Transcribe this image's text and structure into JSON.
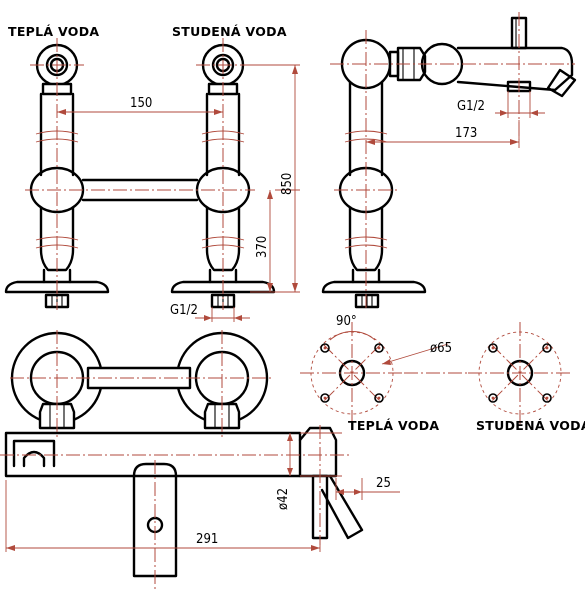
{
  "labels": {
    "hot_water": "TEPLÁ VODA",
    "cold_water": "STUDENÁ VODA"
  },
  "dimensions": {
    "spacing": "150",
    "height": "850",
    "lower_height": "370",
    "thread_front": "G1/2",
    "thread_side": "G1/2",
    "spout_reach": "173",
    "angle": "90°",
    "flange_diameter": "ø65",
    "body_diameter": "ø42",
    "lever_offset": "25",
    "body_length": "291"
  }
}
